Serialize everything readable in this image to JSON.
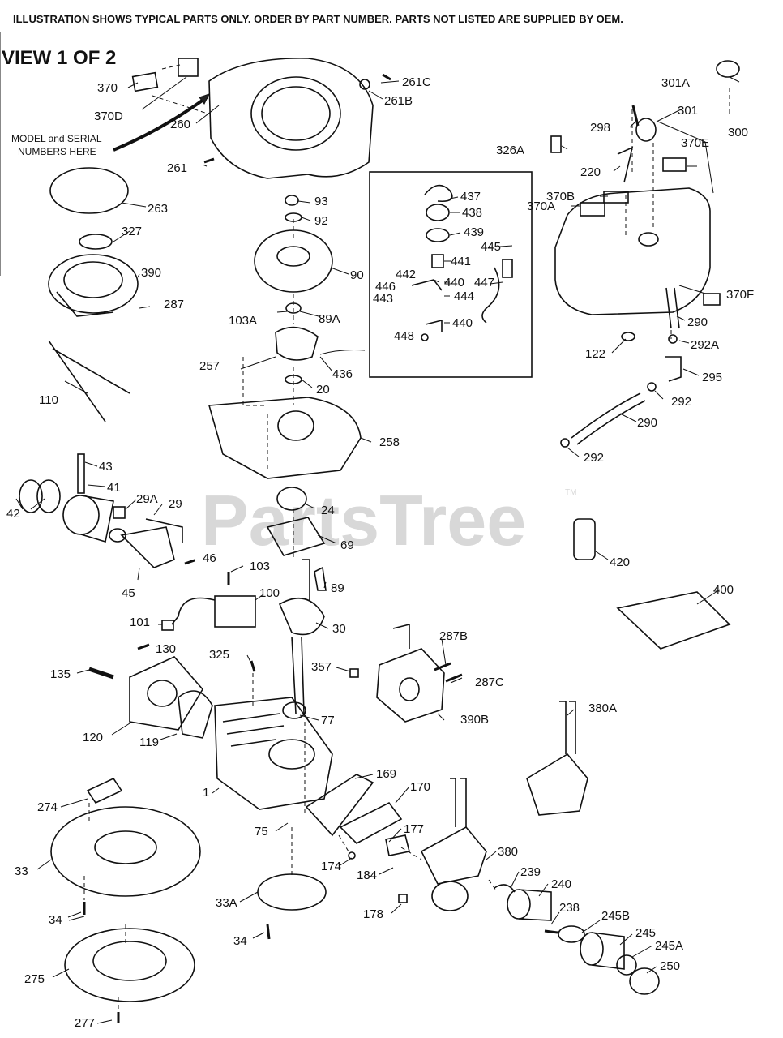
{
  "header": {
    "notice": "ILLUSTRATION SHOWS TYPICAL PARTS ONLY. ORDER BY PART NUMBER. PARTS NOT LISTED ARE SUPPLIED BY OEM.",
    "view": "VIEW 1 OF 2"
  },
  "notes": {
    "model_line1": "MODEL and SERIAL",
    "model_line2": "NUMBERS HERE"
  },
  "watermark": {
    "text": "PartsTree",
    "tm": "TM"
  },
  "callouts": {
    "c370": "370",
    "c370D": "370D",
    "c260": "260",
    "c261": "261",
    "c261B": "261B",
    "c261C": "261C",
    "c263": "263",
    "c327": "327",
    "c390": "390",
    "c287": "287",
    "c110": "110",
    "c93": "93",
    "c92": "92",
    "c90": "90",
    "c103A": "103A",
    "c89A": "89A",
    "c257": "257",
    "c436": "436",
    "c20": "20",
    "c258": "258",
    "c437": "437",
    "c438": "438",
    "c439": "439",
    "c445": "445",
    "c441": "441",
    "c442": "442",
    "c440a": "440",
    "c446": "446",
    "c443": "443",
    "c444": "444",
    "c447": "447",
    "c448": "448",
    "c440b": "440",
    "c301A": "301A",
    "c301": "301",
    "c298": "298",
    "c300": "300",
    "c326A": "326A",
    "c220": "220",
    "c370E": "370E",
    "c370B": "370B",
    "c370A": "370A",
    "c370F": "370F",
    "c290a": "290",
    "c122": "122",
    "c292A": "292A",
    "c295": "295",
    "c292a": "292",
    "c290b": "290",
    "c292b": "292",
    "c43": "43",
    "c41": "41",
    "c42": "42",
    "c29A": "29A",
    "c29": "29",
    "c46": "46",
    "c45": "45",
    "c24": "24",
    "c69": "69",
    "c420": "420",
    "c400": "400",
    "c103": "103",
    "c89": "89",
    "c100": "100",
    "c101": "101",
    "c30": "30",
    "c130": "130",
    "c135": "135",
    "c325": "325",
    "c357": "357",
    "c287B": "287B",
    "c287C": "287C",
    "c390B": "390B",
    "c380A": "380A",
    "c120": "120",
    "c119": "119",
    "c77": "77",
    "c1": "1",
    "c169": "169",
    "c170": "170",
    "c274": "274",
    "c75": "75",
    "c177": "177",
    "c33": "33",
    "c174": "174",
    "c184": "184",
    "c380": "380",
    "c239": "239",
    "c240": "240",
    "c33A": "33A",
    "c178": "178",
    "c238": "238",
    "c245B": "245B",
    "c34a": "34",
    "c34b": "34",
    "c245": "245",
    "c245A": "245A",
    "c275": "275",
    "c250": "250",
    "c277": "277"
  }
}
